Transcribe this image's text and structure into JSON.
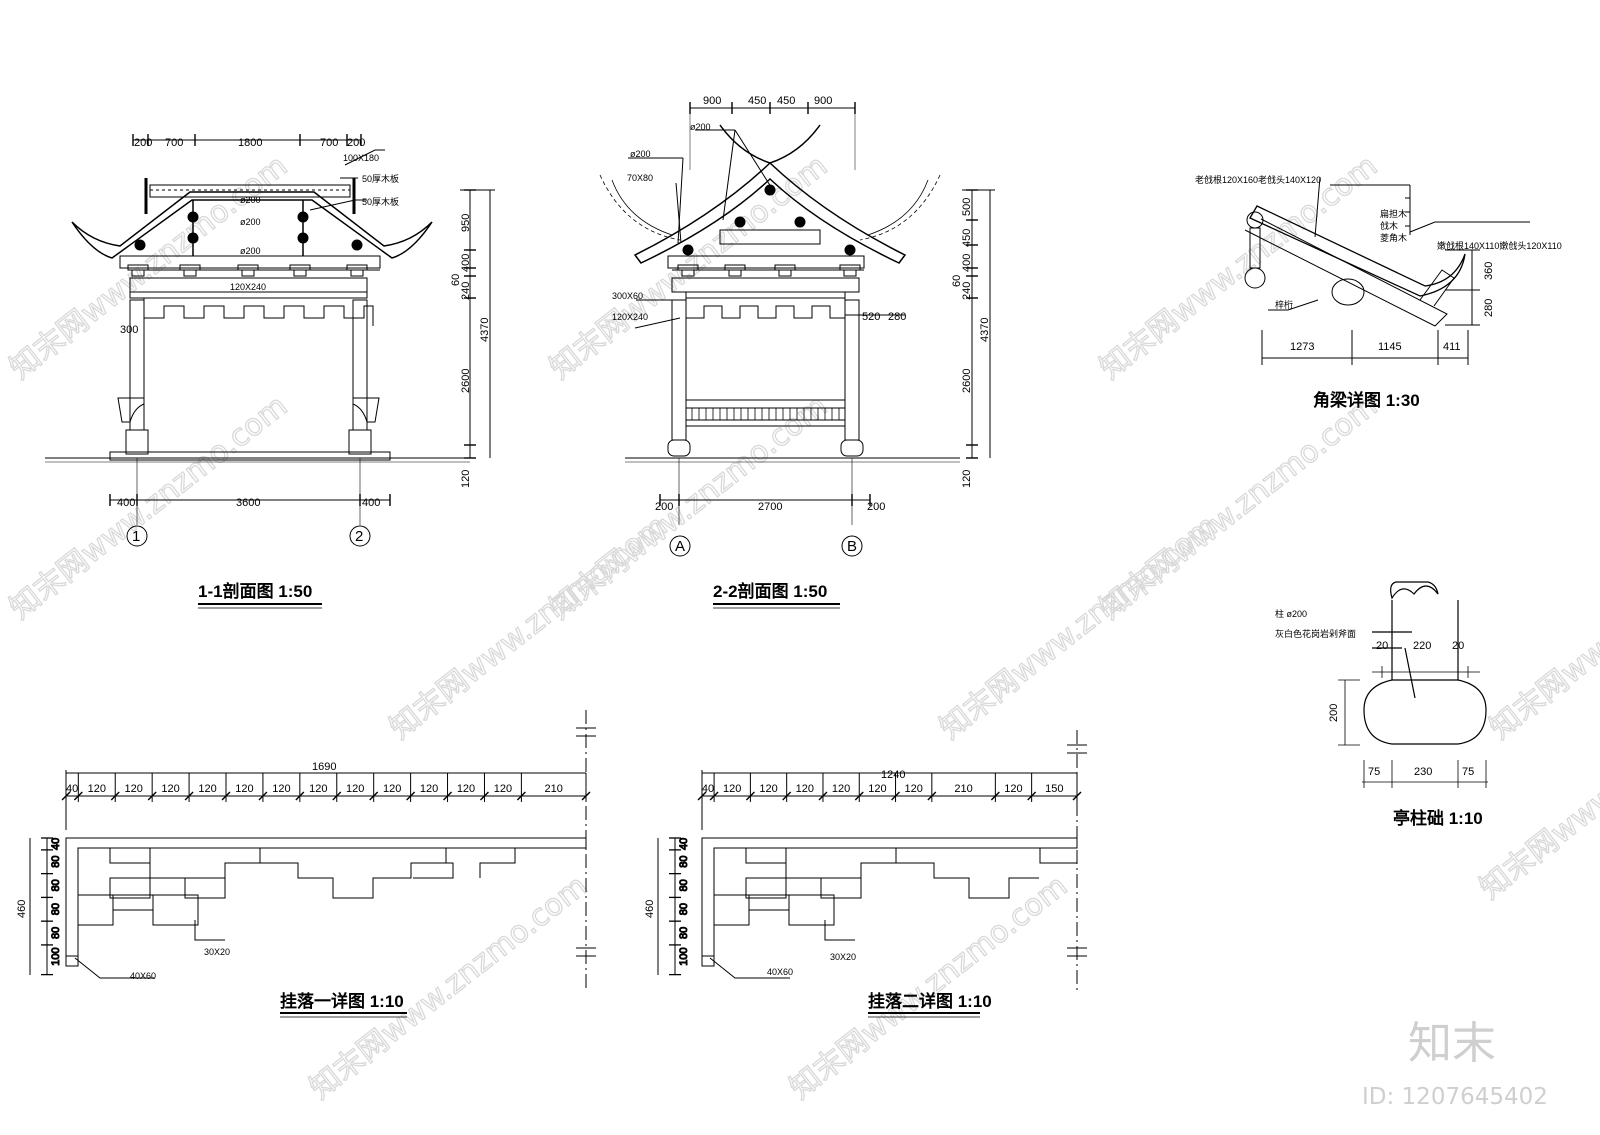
{
  "section_1_1": {
    "title": "1-1剖面图 1:50",
    "top_dims": [
      "200",
      "700",
      "1800",
      "700",
      "200"
    ],
    "labels": [
      "100X180",
      "50厚木板",
      "50厚木板",
      "ø200",
      "ø200",
      "ø200",
      "120X240",
      "300"
    ],
    "right_dims": [
      "950",
      "400",
      "60",
      "240",
      "2600",
      "4370",
      "120"
    ],
    "bottom_dims": [
      "400",
      "3600",
      "400"
    ],
    "axes": [
      "1",
      "2"
    ]
  },
  "section_2_2": {
    "title": "2-2剖面图 1:50",
    "top_dims": [
      "900",
      "450",
      "450",
      "900"
    ],
    "labels": [
      "ø200",
      "ø200",
      "70X80",
      "300X60",
      "120X240",
      "520",
      "280"
    ],
    "right_dims": [
      "500",
      "450",
      "400",
      "60",
      "240",
      "2600",
      "4370",
      "120"
    ],
    "bottom_dims": [
      "200",
      "2700",
      "200"
    ],
    "axes": [
      "A",
      "B"
    ]
  },
  "corner_beam": {
    "title": "角梁详图 1:30",
    "labels": [
      "老戗根120X160老戗头140X120",
      "扁担木",
      "戗木",
      "菱角木",
      "嫩戗根140X110嫩戗头120X110",
      "梓桁"
    ],
    "right_dims": [
      "360",
      "280"
    ],
    "bottom_dims": [
      "1273",
      "1145",
      "411"
    ]
  },
  "column_base": {
    "title": "亭柱础 1:10",
    "labels": [
      "柱 ø200",
      "灰白色花岗岩剁斧面"
    ],
    "top_dims": [
      "20",
      "220",
      "20"
    ],
    "left_dims": [
      "200"
    ],
    "bottom_dims": [
      "75",
      "230",
      "75"
    ]
  },
  "hanging_fret_1": {
    "title": "挂落一详图 1:10",
    "total": "1690",
    "dims": [
      "40",
      "120",
      "120",
      "120",
      "120",
      "120",
      "120",
      "120",
      "120",
      "120",
      "120",
      "120",
      "120",
      "210"
    ],
    "left_dims": [
      "40",
      "80",
      "80",
      "80",
      "80",
      "100"
    ],
    "height": "460",
    "labels": [
      "30X20",
      "40X60"
    ]
  },
  "hanging_fret_2": {
    "title": "挂落二详图 1:10",
    "total": "1240",
    "dims": [
      "40",
      "120",
      "120",
      "120",
      "120",
      "120",
      "120",
      "210",
      "120",
      "150"
    ],
    "left_dims": [
      "40",
      "80",
      "80",
      "80",
      "80",
      "100"
    ],
    "height": "460",
    "labels": [
      "30X20",
      "40X60"
    ]
  },
  "watermark": {
    "text": "知末网www.znzmo.com",
    "brand": "知末",
    "id": "ID: 1207645402"
  }
}
